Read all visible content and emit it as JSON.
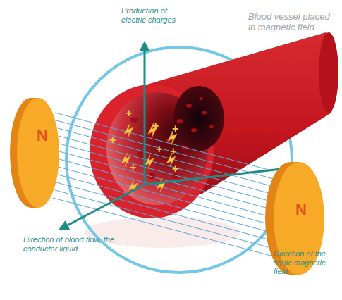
{
  "diagram": {
    "nodes": [
      {
        "text": [
          "N"
        ]
      },
      {
        "text": [
          "N"
        ]
      }
    ],
    "labels": [
      "Production of electric charges",
      "Blood vessel placed in magnetic field",
      "Direction of blood flow, the conductor liquid",
      "Direction of the static magnetic field",
      "+",
      "+",
      "+",
      "+",
      "+",
      "+",
      "+",
      "+"
    ]
  }
}
